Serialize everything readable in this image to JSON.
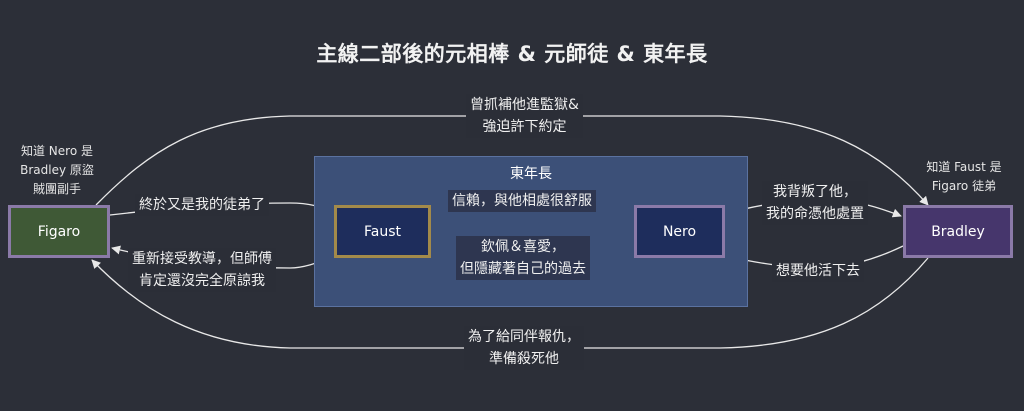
{
  "title": "主線二部後的元相棒 & 元師徒 & 東年長",
  "group": {
    "label": "東年長"
  },
  "nodes": {
    "figaro": "Figaro",
    "faust": "Faust",
    "nero": "Nero",
    "bradley": "Bradley"
  },
  "notes": {
    "figaro": [
      "知道 Nero 是",
      "Bradley 原盜",
      "賊團副手"
    ],
    "bradley": [
      "知道 Faust 是",
      "Figaro 徒弟"
    ]
  },
  "edges": {
    "figaro_to_bradley_top": [
      "曾抓補他進監獄&",
      "強迫許下約定"
    ],
    "figaro_to_faust": [
      "終於又是我的徒弟了"
    ],
    "faust_to_figaro": [
      "重新接受教導，但師傅",
      "肯定還沒完全原諒我"
    ],
    "faust_to_nero": [
      "信賴，與他相處很舒服"
    ],
    "nero_to_faust": [
      "欽佩＆喜愛，",
      "但隱藏著自己的過去"
    ],
    "nero_to_bradley": [
      "我背叛了他，",
      "我的命憑他處置"
    ],
    "bradley_to_nero": [
      "想要他活下去"
    ],
    "bradley_to_figaro_bottom": [
      "為了給同伴報仇，",
      "準備殺死他"
    ]
  }
}
